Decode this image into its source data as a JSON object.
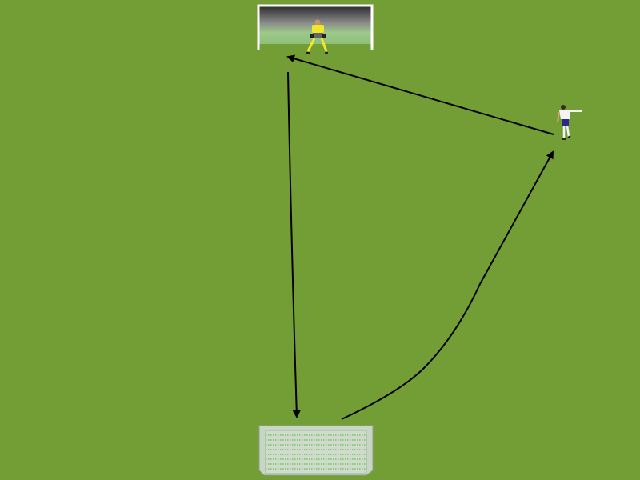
{
  "colors": {
    "pitch": "#739e36",
    "arrow": "#000000",
    "goalkeeper_shirt": "#f2e82a",
    "player_shirt": "#f4f4f4",
    "player_shorts": "#2a2a8a"
  },
  "icons": [
    "goal-with-goalkeeper",
    "field-player",
    "small-goal"
  ]
}
